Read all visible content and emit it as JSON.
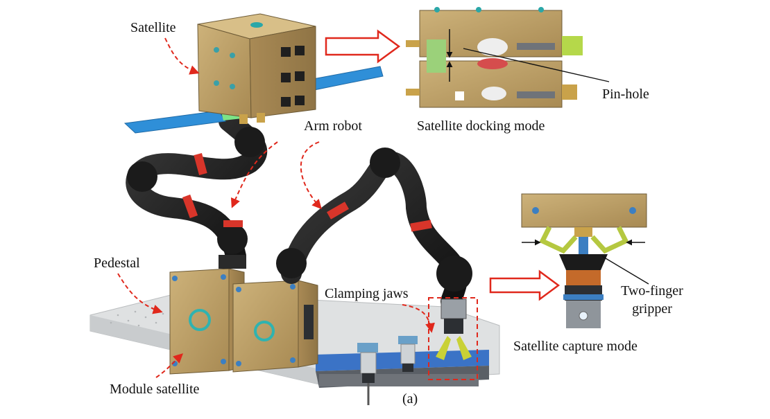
{
  "labels": {
    "satellite": "Satellite",
    "arm_robot": "Arm robot",
    "satellite_docking_mode": "Satellite docking mode",
    "pin_hole": "Pin-hole",
    "pedestal": "Pedestal",
    "clamping_jaws": "Clamping jaws",
    "two_finger_gripper_line1": "Two-finger",
    "two_finger_gripper_line2": "gripper",
    "satellite_capture_mode": "Satellite capture mode",
    "module_satellite": "Module satellite",
    "panel_tag": "(a)"
  },
  "colors": {
    "satellite_body": "#b79a62",
    "solar_panel": "#2f8fd8",
    "arm_black": "#1b1b1b",
    "arm_joint_red": "#d8352a",
    "annotation_red": "#e0281c",
    "table_grey": "#d9dbdc",
    "rail_blue": "#3b73c6",
    "gripper_green": "#9fbf3a"
  }
}
